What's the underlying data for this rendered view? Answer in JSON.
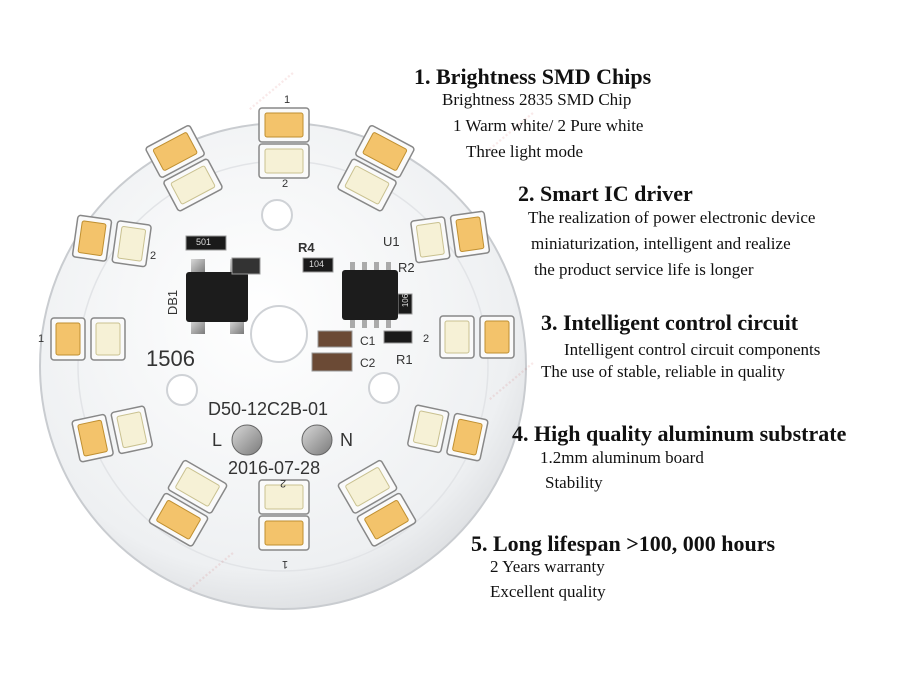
{
  "board": {
    "model_number": "1506",
    "part_number": "D50-12C2B-01",
    "date": "2016-07-28",
    "terminal_left": "L",
    "terminal_right": "N",
    "component_labels": {
      "r4": "R4",
      "u1": "U1",
      "r2": "R2",
      "c1": "C1",
      "c2": "C2",
      "r1": "R1",
      "db1": "DB1",
      "res_501": "501",
      "res_104": "104",
      "res_106": "106"
    },
    "led_marks": [
      "1",
      "2"
    ],
    "colors": {
      "board": "#f4f5f7",
      "warm_white_led": "#f3c36b",
      "pure_white_led": "#f6f1d6",
      "ic": "#1c1c1c",
      "pad": "#9a9a9a"
    }
  },
  "features": [
    {
      "title": "1. Brightness SMD Chips",
      "lines": [
        "Brightness 2835 SMD Chip",
        "1 Warm white/ 2 Pure white",
        "Three light mode"
      ]
    },
    {
      "title": "2. Smart IC driver",
      "lines": [
        "The realization of power electronic device",
        "miniaturization, intelligent and realize",
        "the product service life is longer"
      ]
    },
    {
      "title": "3. Intelligent control circuit",
      "lines": [
        "Intelligent control circuit components",
        "The use of stable, reliable in quality"
      ]
    },
    {
      "title": "4. High quality aluminum substrate",
      "lines": [
        "1.2mm aluminum board",
        "Stability"
      ]
    },
    {
      "title": "5. Long lifespan >100, 000 hours",
      "lines": [
        "2 Years warranty",
        "Excellent quality"
      ]
    }
  ]
}
